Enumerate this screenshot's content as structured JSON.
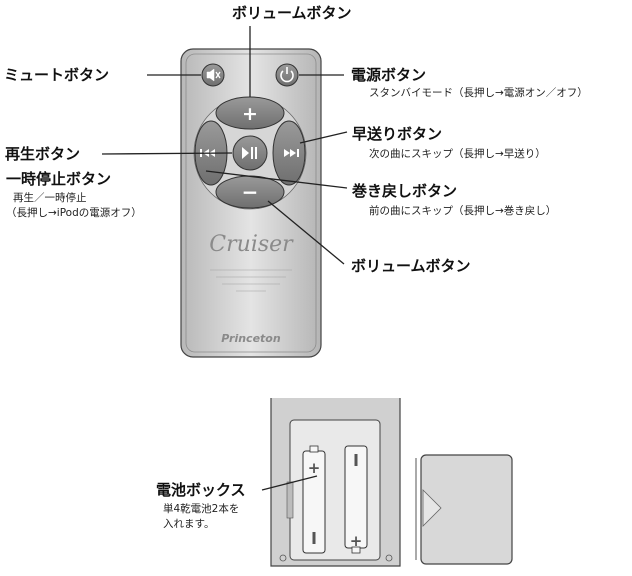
{
  "remote": {
    "brand": "Cruiser",
    "maker": "Princeton",
    "buttons": {
      "mute": {
        "label": "ミュートボタン"
      },
      "power": {
        "label": "電源ボタン",
        "desc": "スタンバイモード（長押し→電源オン／オフ）"
      },
      "volume_up": {
        "label": "ボリュームボタン"
      },
      "play_pause": {
        "label1": "再生ボタン",
        "label2": "一時停止ボタン",
        "desc1": "再生／一時停止",
        "desc2": "（長押し→iPodの電源オフ）"
      },
      "fast_forward": {
        "label": "早送りボタン",
        "desc": "次の曲にスキップ（長押し→早送り）"
      },
      "rewind": {
        "label": "巻き戻しボタン",
        "desc": "前の曲にスキップ（長押し→巻き戻し）"
      },
      "volume_down": {
        "label": "ボリュームボタン"
      }
    }
  },
  "battery": {
    "label": "電池ボックス",
    "desc1": "単4乾電池2本を",
    "desc2": "入れます。"
  },
  "colors": {
    "body": "#c9c9c9",
    "button": "#8a8a8a",
    "outline": "#333333"
  }
}
